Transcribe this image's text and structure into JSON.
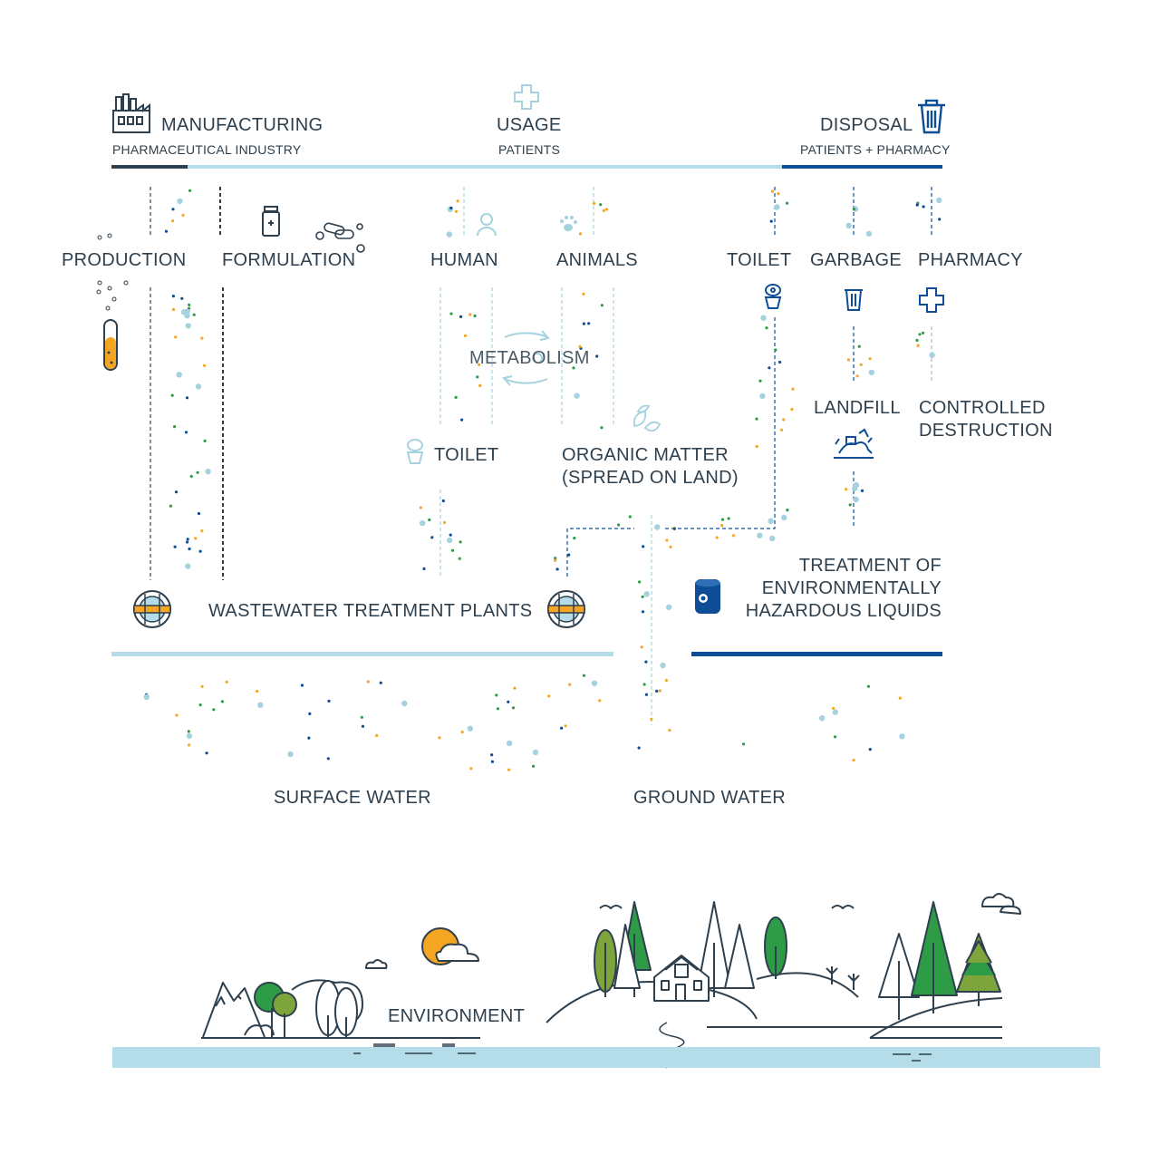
{
  "stages": {
    "manufacturing": {
      "title": "MANUFACTURING",
      "subtitle": "PHARMACEUTICAL INDUSTRY"
    },
    "usage": {
      "title": "USAGE",
      "subtitle": "PATIENTS"
    },
    "disposal": {
      "title": "DISPOSAL",
      "subtitle": "PATIENTS + PHARMACY"
    }
  },
  "sources": {
    "production": "PRODUCTION",
    "formulation": "FORMULATION",
    "human": "HUMAN",
    "animals": "ANIMALS",
    "toilet_disposal": "TOILET",
    "garbage": "GARBAGE",
    "pharmacy": "PHARMACY"
  },
  "processes": {
    "metabolism": "METABOLISM",
    "toilet_usage": "TOILET",
    "organic_matter": [
      "ORGANIC MATTER",
      "(SPREAD ON LAND)"
    ],
    "landfill": "LANDFILL",
    "controlled_destruction": [
      "CONTROLLED",
      "DESTRUCTION"
    ]
  },
  "treatment": {
    "wwtp": "WASTEWATER TREATMENT PLANTS",
    "hazardous": [
      "TREATMENT OF",
      "ENVIRONMENTALLY",
      "HAZARDOUS LIQUIDS"
    ]
  },
  "receptors": {
    "surface_water": "SURFACE WATER",
    "ground_water": "GROUND WATER",
    "environment": "ENVIRONMENT"
  },
  "icons": [
    "factory-icon",
    "medical-cross-icon",
    "trash-can-icon",
    "medicine-bottle-icon",
    "pills-icon",
    "person-icon",
    "paw-icon",
    "toilet-icon",
    "leaves-icon",
    "landfill-icon",
    "barrel-icon",
    "wwtp-icon",
    "test-tube-icon",
    "sun-icon",
    "cloud-icon",
    "tree-icon",
    "house-icon",
    "bird-icon"
  ],
  "colors": {
    "text": "#2e3f4d",
    "dark_navy": "#2e3f4d",
    "light_blue": "#b5dde9",
    "water_blue": "#a6d2e0",
    "brand_blue": "#0e4e96",
    "orange": "#f4a623",
    "green": "#2e9b47",
    "olive": "#7ea43c"
  }
}
